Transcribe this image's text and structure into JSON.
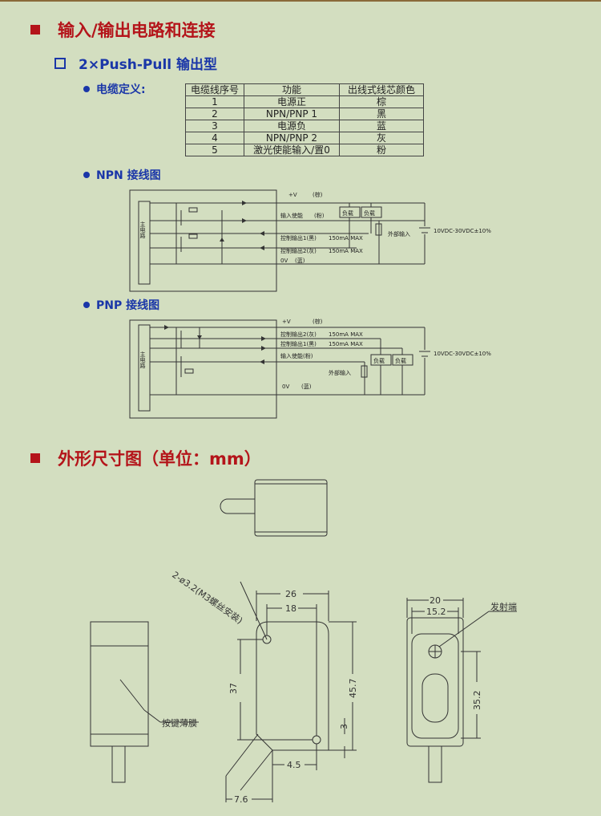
{
  "section1": {
    "title": "输入/输出电路和连接"
  },
  "subsection": {
    "title": "2×Push-Pull 输出型"
  },
  "cable": {
    "label": "电缆定义:",
    "headers": [
      "电缆线序号",
      "功能",
      "出线式线芯颜色"
    ],
    "rows": [
      [
        "1",
        "电源正",
        "棕"
      ],
      [
        "2",
        "NPN/PNP 1",
        "黑"
      ],
      [
        "3",
        "电源负",
        "蓝"
      ],
      [
        "4",
        "NPN/PNP 2",
        "灰"
      ],
      [
        "5",
        "激光使能输入/置0",
        "粉"
      ]
    ]
  },
  "npn": {
    "label": "NPN 接线图",
    "main_circuit": "主电路",
    "plus_v": "+V",
    "brown": "(棕)",
    "input_enable": "输入使能",
    "pink": "(粉)",
    "load": "负载",
    "ctrl_out1": "控制输出1(黑)",
    "ctrl_out2": "控制输出2(灰)",
    "max": "150mA MAX",
    "zero_v": "0V",
    "blue": "(蓝)",
    "ext_input": "外部输入",
    "voltage": "10VDC-30VDC±10%"
  },
  "pnp": {
    "label": "PNP 接线图",
    "main_circuit": "主电路",
    "plus_v": "+V",
    "brown": "(棕)",
    "ctrl_out2": "控制输出2(灰)",
    "ctrl_out1": "控制输出1(黑)",
    "max": "150mA MAX",
    "input_enable": "输入使能(粉)",
    "load": "负载",
    "ext_input": "外部输入",
    "zero_v": "0V",
    "blue": "(蓝)",
    "voltage": "10VDC-30VDC±10%"
  },
  "section2": {
    "title": "外形尺寸图（单位：mm）"
  },
  "dims": {
    "hole_note": "2-ø3.2(M3螺丝安装)",
    "membrane": "按键薄膜",
    "emitter": "发射端",
    "d26": "26",
    "d18": "18",
    "d37": "37",
    "d45_7": "45.7",
    "d3": "3",
    "d4_5": "4.5",
    "d7_6": "7.6",
    "d20": "20",
    "d15_2": "15.2",
    "d35_2": "35.2"
  },
  "colors": {
    "heading": "#b4141a",
    "subheading": "#1a36a8",
    "background": "#d3dec0"
  }
}
